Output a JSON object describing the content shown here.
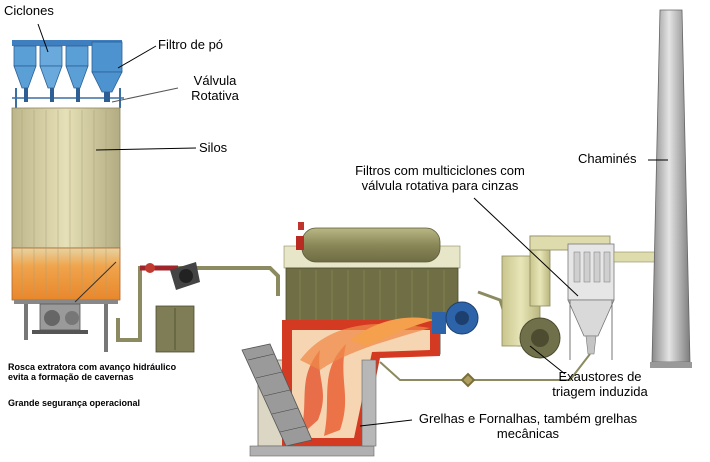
{
  "labels": {
    "ciclones": "Ciclones",
    "filtro_de_po": "Filtro de pó",
    "valvula_line1": "Válvula",
    "valvula_line2": "Rotativa",
    "silos": "Silos",
    "filtros_line1": "Filtros com multiciclones com",
    "filtros_line2": "válvula rotativa para cinzas",
    "chamines": "Chaminés",
    "rosca_line1": "Rosca extratora com avanço hidráulico",
    "rosca_line2": "evita a formação de cavernas",
    "seguranca": "Grande segurança operacional",
    "exaustores_line1": "Exaustores de",
    "exaustores_line2": "triagem induzida",
    "grelhas_line1": "Grelhas e Fornalhas, também grelhas",
    "grelhas_line2": "mecânicas"
  },
  "colors": {
    "silo_body": "#d9d3a6",
    "silo_bottom": "#e89a45",
    "cyclone_blue": "#5a9fd6",
    "boiler_green": "#7c7b4a",
    "furnace_red": "#d43a22",
    "flame": "#f6d6b2",
    "duct": "#d6d4a0",
    "chimney": "#bfbfbf",
    "burner_blue": "#2d63a8"
  }
}
